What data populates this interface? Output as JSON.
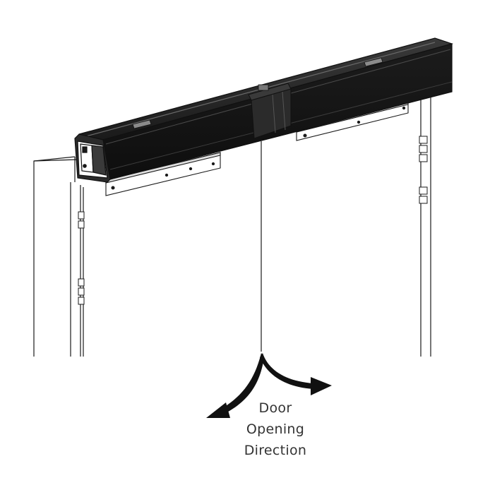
{
  "diagram": {
    "label_lines": [
      "Door",
      "Opening",
      "Direction"
    ],
    "colors": {
      "line": "#1a1a1a",
      "operator_body": "#202020",
      "operator_highlight": "#5a5a5a",
      "arrow": "#111111",
      "text": "#333333"
    },
    "icons": [
      "door-operator-icon",
      "mounting-bracket-icon",
      "hinge-icon",
      "swing-arrow-icon"
    ]
  }
}
